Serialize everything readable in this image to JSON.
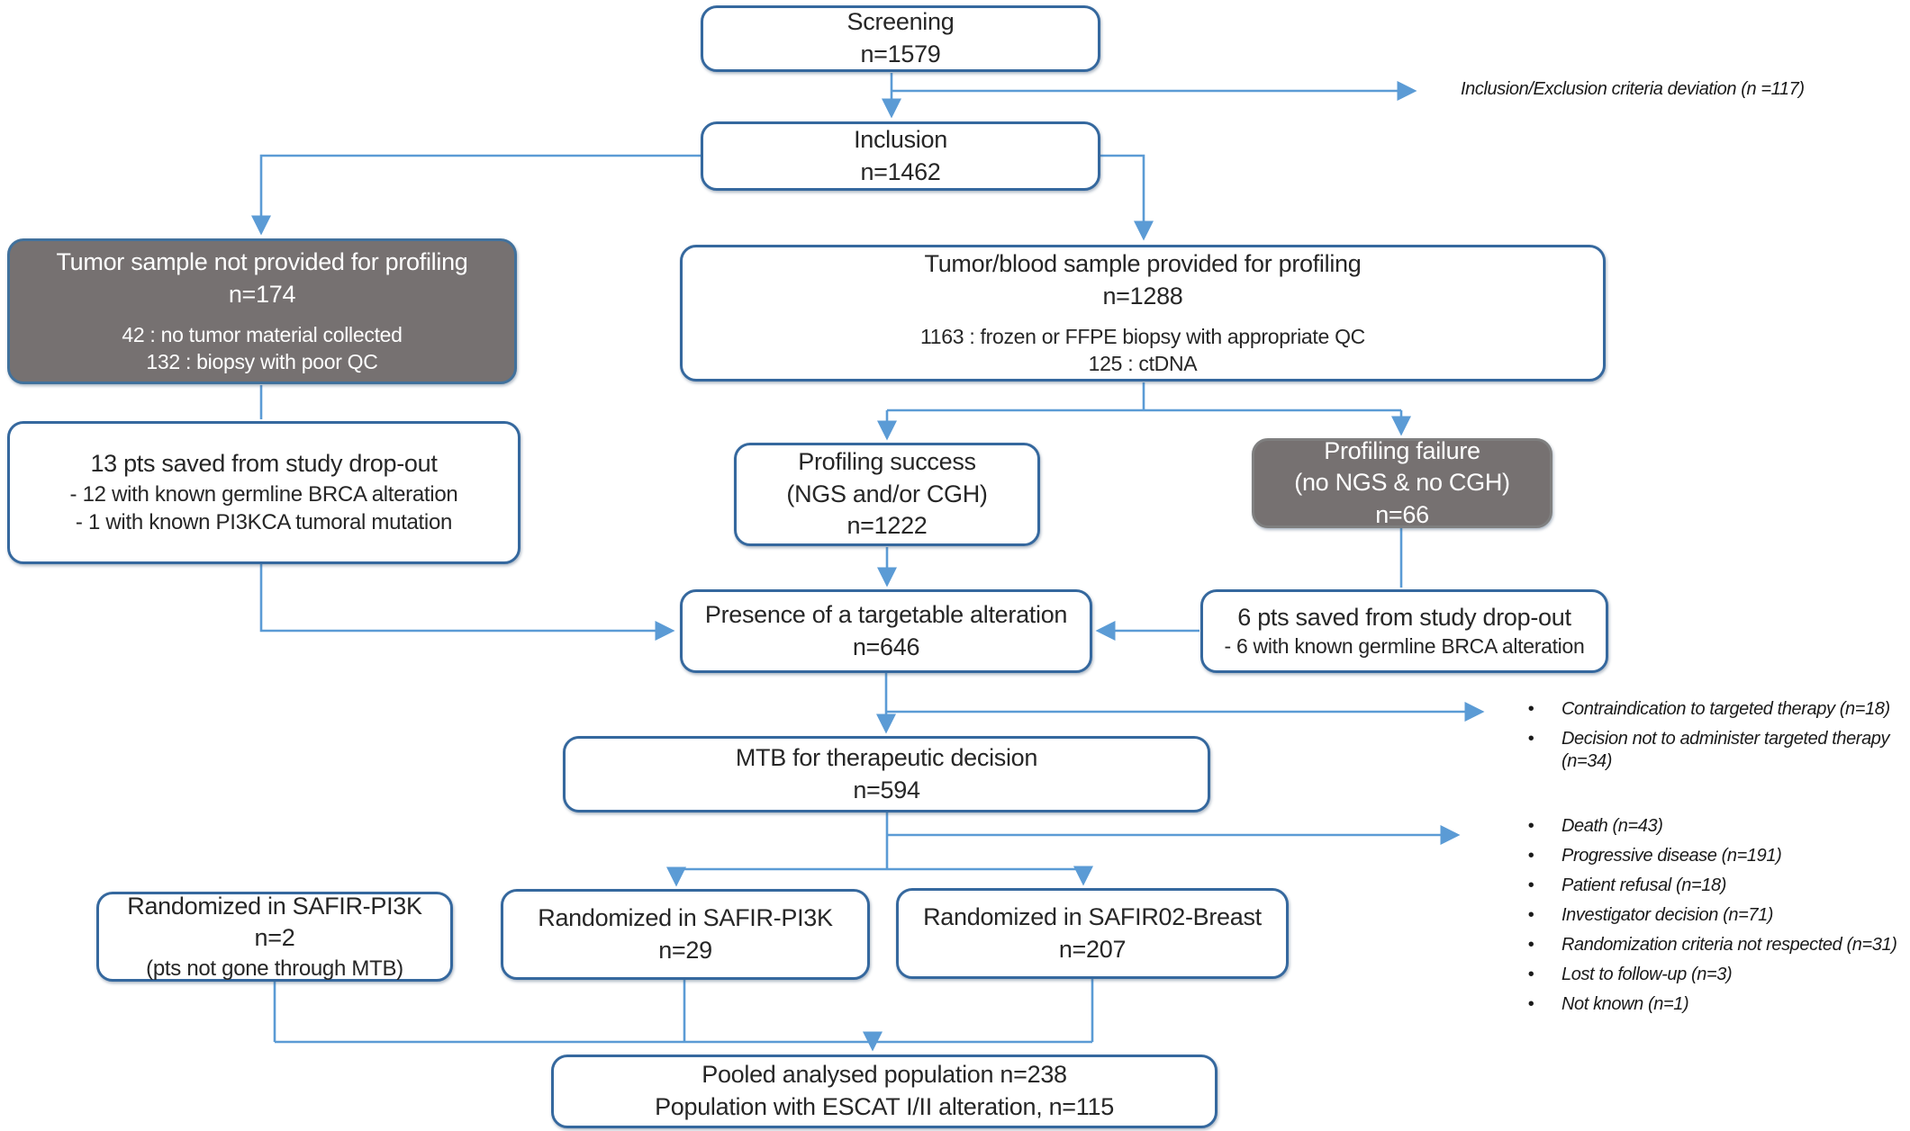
{
  "colors": {
    "box_border": "#35689E",
    "connector": "#5B9BD5",
    "gray_fill": "#767171",
    "text": "#262626"
  },
  "nodes": {
    "screening": {
      "title": "Screening",
      "n": "n=1579"
    },
    "inclusion": {
      "title": "Inclusion",
      "n": "n=1462"
    },
    "tumor_not_provided": {
      "title": "Tumor sample not provided for profiling",
      "n": "n=174",
      "details": [
        "42 : no tumor material collected",
        "132 : biopsy with poor QC"
      ]
    },
    "tumor_provided": {
      "title": "Tumor/blood sample provided for profiling",
      "n": "n=1288",
      "details": [
        "1163 : frozen or FFPE biopsy with appropriate QC",
        "125 : ctDNA"
      ]
    },
    "saved13": {
      "title": "13 pts saved from study drop-out",
      "details": [
        "- 12 with known germline BRCA alteration",
        "- 1 with known PI3KCA tumoral mutation"
      ]
    },
    "profiling_success": {
      "line1": "Profiling success",
      "line2": "(NGS and/or CGH)",
      "n": "n=1222"
    },
    "profiling_failure": {
      "line1": "Profiling failure",
      "line2": "(no NGS & no CGH)",
      "n": "n=66"
    },
    "presence": {
      "title": "Presence of a targetable alteration",
      "n": "n=646"
    },
    "saved6": {
      "title": "6 pts saved from study drop-out",
      "details": [
        "- 6 with known germline BRCA alteration"
      ]
    },
    "mtb": {
      "title": "MTB for therapeutic decision",
      "n": "n=594"
    },
    "rand_pi3k_no_mtb": {
      "title": "Randomized in SAFIR-PI3K",
      "n": "n=2",
      "note": "(pts not gone through MTB)"
    },
    "rand_pi3k": {
      "title": "Randomized in SAFIR-PI3K",
      "n": "n=29"
    },
    "rand_safir02": {
      "title": "Randomized in SAFIR02-Breast",
      "n": "n=207"
    },
    "pooled": {
      "line1": "Pooled analysed population n=238",
      "line2": "Population with ESCAT I/II alteration, n=115"
    }
  },
  "annotations": {
    "deviation": "Inclusion/Exclusion criteria deviation (n =117)",
    "bullet_char": "•",
    "mtb_exclusions": [
      "Contraindication to targeted therapy (n=18)",
      "Decision not to administer targeted therapy (n=34)"
    ],
    "post_mtb_exclusions": [
      "Death (n=43)",
      "Progressive disease (n=191)",
      "Patient refusal (n=18)",
      "Investigator decision (n=71)",
      "Randomization criteria not respected (n=31)",
      "Lost to follow-up (n=3)",
      "Not known (n=1)"
    ]
  }
}
